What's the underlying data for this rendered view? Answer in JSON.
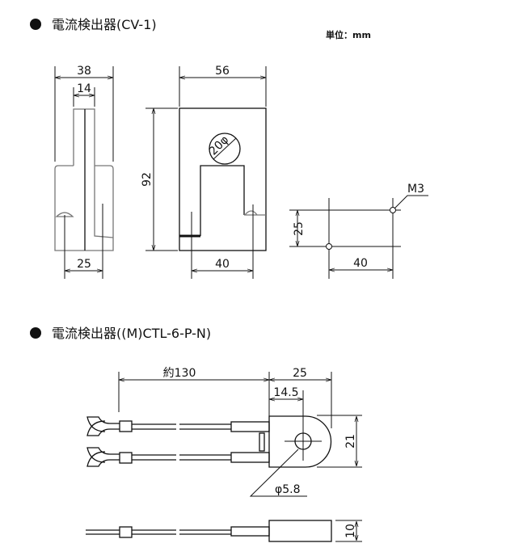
{
  "section1": {
    "title": "電流検出器(CV-1)",
    "unit": "単位：mm",
    "side_view": {
      "width": "38",
      "slot": "14",
      "base": "25"
    },
    "front_view": {
      "width": "56",
      "height": "92",
      "hole": "20φ",
      "pitch": "40"
    },
    "mounting": {
      "screw": "M3",
      "vertical": "25",
      "horizontal": "40"
    }
  },
  "section2": {
    "title": "電流検出器((M)CTL-6-P-N)",
    "length": "約130",
    "body_length": "25",
    "hole_offset": "14.5",
    "height": "21",
    "hole_dia": "φ5.8",
    "thickness": "10"
  }
}
